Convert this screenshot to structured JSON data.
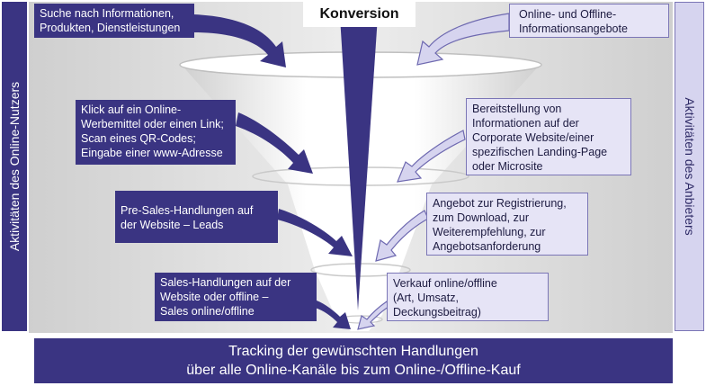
{
  "title": "Konversion",
  "side_left": "Aktivitäten des Online-Nutzers",
  "side_right": "Aktivitäten des Anbieters",
  "user_steps": [
    {
      "lines": [
        "Suche nach Informationen,",
        "Produkten, Dienstleistungen"
      ]
    },
    {
      "lines": [
        "Klick auf ein Online-",
        "Werbemittel oder einen Link;",
        "Scan eines QR-Codes;",
        "Eingabe einer www-Adresse"
      ]
    },
    {
      "lines": [
        "Pre-Sales-Handlungen auf",
        "der Website – Leads"
      ]
    },
    {
      "lines": [
        "Sales-Handlungen auf der",
        "Website oder offline –",
        "Sales online/offline"
      ]
    }
  ],
  "provider_steps": [
    {
      "lines": [
        "Online- und Offline-",
        "Informationsangebote"
      ]
    },
    {
      "lines": [
        "Bereitstellung von",
        "Informationen auf der",
        "Corporate Website/einer",
        "spezifischen Landing-Page",
        "oder Microsite"
      ]
    },
    {
      "lines": [
        "Angebot zur Registrierung,",
        "zum Download, zur",
        "Weiterempfehlung, zur",
        "Angebotsanforderung"
      ]
    },
    {
      "lines": [
        "Verkauf online/offline",
        "(Art, Umsatz,",
        "Deckungsbeitrag)"
      ]
    }
  ],
  "bottom_lines": [
    "Tracking der gewünschten Handlungen",
    "über alle Online-Kanäle bis zum Online-/Offline-Kauf"
  ],
  "colors": {
    "dark": "#3a3482",
    "light": "#e6e4f6",
    "border": "#7b76b6",
    "funnel": "#d9d9d9"
  }
}
